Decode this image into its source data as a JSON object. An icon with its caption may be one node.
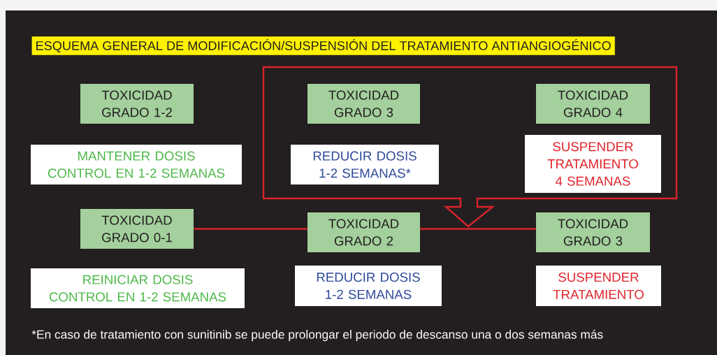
{
  "diagram": {
    "title": "ESQUEMA GENERAL DE MODIFICACIÓN/SUSPENSIÓN DEL TRATAMIENTO ANTIANGIOGÉNICO",
    "nodes": [
      {
        "text": [],
        "shape": "box"
      },
      {
        "text": [
          "TOXICIDAD GRADO 1-2"
        ]
      },
      {
        "text": [
          "MANTENER DOSIS CONTROL EN 1-2 SEMANAS"
        ]
      },
      {
        "text": [
          "TOXICIDAD GRADO 3"
        ],
        "in": 0
      },
      {
        "text": [
          "REDUCIR DOSIS 1-2 SEMANAS*"
        ],
        "in": 0
      },
      {
        "text": [
          "TOXICIDAD GRADO 4"
        ],
        "in": 0
      },
      {
        "text": [
          "SUSPENDER TRATAMIENTO 4 SEMANAS"
        ],
        "in": 0
      },
      {
        "text": [
          "TOXICIDAD GRADO 0-1"
        ]
      },
      {
        "text": [
          "TOXICIDAD GRADO 2"
        ]
      },
      {
        "text": [
          "TOXICIDAD GRADO 3"
        ]
      },
      {
        "text": [
          "REINICIAR DOSIS CONTROL EN 1-2 SEMANAS"
        ]
      },
      {
        "text": [
          "REDUCIR DOSIS 1-2 SEMANAS"
        ]
      },
      {
        "text": [
          "SUSPENDER TRATAMIENTO"
        ]
      }
    ],
    "edges": [
      {
        "from": 7,
        "to": 8,
        "arrow": "none"
      },
      {
        "from": 8,
        "to": 9,
        "arrow": "none"
      }
    ],
    "labels": [
      "*En caso de tratamiento con sunitinib se puede prolongar el periodo de descanso una o dos semanas más"
    ]
  }
}
